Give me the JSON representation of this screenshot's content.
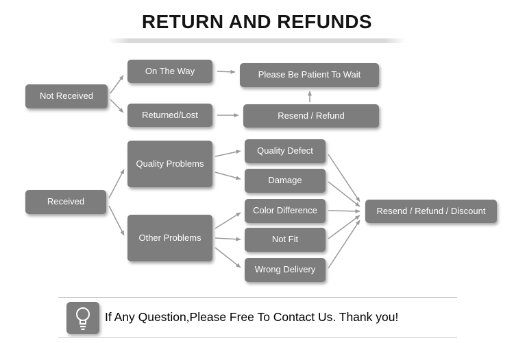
{
  "title": "RETURN AND REFUNDS",
  "colors": {
    "node_fill": "#7d7d7d",
    "node_text": "#ffffff",
    "arrow": "#999999",
    "title_text": "#141414",
    "underline": "#d9d9d9",
    "divider": "#c4c4c4"
  },
  "nodes": {
    "not_received": "Not Received",
    "on_the_way": "On The Way",
    "returned_lost": "Returned/Lost",
    "please_wait": "Please Be Patient To Wait",
    "resend_refund": "Resend / Refund",
    "received": "Received",
    "quality_problems": "Quality Problems",
    "other_problems": "Other Problems",
    "quality_defect": "Quality Defect",
    "damage": "Damage",
    "color_difference": "Color Difference",
    "not_fit": "Not Fit",
    "wrong_delivery": "Wrong Delivery",
    "resend_refund_discount": "Resend / Refund / Discount"
  },
  "edges": [
    {
      "from": "not_received",
      "to": "on_the_way"
    },
    {
      "from": "not_received",
      "to": "returned_lost"
    },
    {
      "from": "on_the_way",
      "to": "please_wait"
    },
    {
      "from": "returned_lost",
      "to": "resend_refund"
    },
    {
      "from": "resend_refund",
      "to": "please_wait"
    },
    {
      "from": "received",
      "to": "quality_problems"
    },
    {
      "from": "received",
      "to": "other_problems"
    },
    {
      "from": "quality_problems",
      "to": "quality_defect"
    },
    {
      "from": "quality_problems",
      "to": "damage"
    },
    {
      "from": "other_problems",
      "to": "color_difference"
    },
    {
      "from": "other_problems",
      "to": "not_fit"
    },
    {
      "from": "other_problems",
      "to": "wrong_delivery"
    },
    {
      "from": "quality_defect",
      "to": "resend_refund_discount"
    },
    {
      "from": "damage",
      "to": "resend_refund_discount"
    },
    {
      "from": "color_difference",
      "to": "resend_refund_discount"
    },
    {
      "from": "not_fit",
      "to": "resend_refund_discount"
    },
    {
      "from": "wrong_delivery",
      "to": "resend_refund_discount"
    }
  ],
  "footer": {
    "message": "If Any Question,Please Free To Contact Us. Thank you!",
    "icon": "lightbulb-icon"
  }
}
